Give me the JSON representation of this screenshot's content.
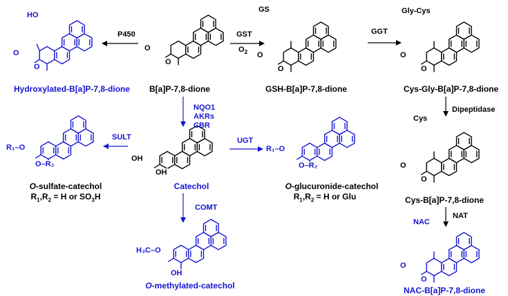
{
  "colors": {
    "black": "#000000",
    "blue": "#1414d2"
  },
  "compounds": {
    "hydroxylated": "Hydroxylated-B[a]P-7,8-dione",
    "parent": "B[a]P-7,8-dione",
    "gsh": "GSH-B[a]P-7,8-dione",
    "cysgly": "Cys-Gly-B[a]P-7,8-dione",
    "cys": "Cys-B[a]P-7,8-dione",
    "nac": "NAC-B[a]P-7,8-dione",
    "catechol": "Catechol",
    "sulfate_prefix": "O",
    "sulfate_rest": "-sulfate-catechol",
    "sulfate_r_main": "R",
    "sulfate_r_sub1": "1",
    "sulfate_r_mid": ",R",
    "sulfate_r_sub2": "2",
    "sulfate_r_text": " = H or SO",
    "sulfate_r_sub3": "3",
    "sulfate_r_end": "H",
    "glucuronide_prefix": "O",
    "glucuronide_rest": "-glucuronide-catechol",
    "glucuronide_r_main": "R",
    "glucuronide_r_sub1": "1",
    "glucuronide_r_mid": ",R",
    "glucuronide_r_sub2": "2",
    "glucuronide_r_text": " = H or Glu",
    "methylated_prefix": "O",
    "methylated_rest": "-methylated-catechol"
  },
  "enzymes": {
    "p450": "P450",
    "gst": "GST",
    "o2_main": "O",
    "o2_sub": "2",
    "ggt": "GGT",
    "dipeptidase": "Dipeptidase",
    "reductases": [
      "NQO1",
      "AKRs",
      "CBR"
    ],
    "sult": "SULT",
    "ugt": "UGT",
    "comt": "COMT",
    "nat": "NAT"
  },
  "atoms": {
    "ho": "HO",
    "o": "O",
    "oh": "OH",
    "gs": "GS",
    "glycys": "Gly-Cys",
    "cys": "Cys",
    "nac": "NAC",
    "r1o": "R₁–O",
    "or2": "O–R₂",
    "h3co": "H₃C–O"
  }
}
